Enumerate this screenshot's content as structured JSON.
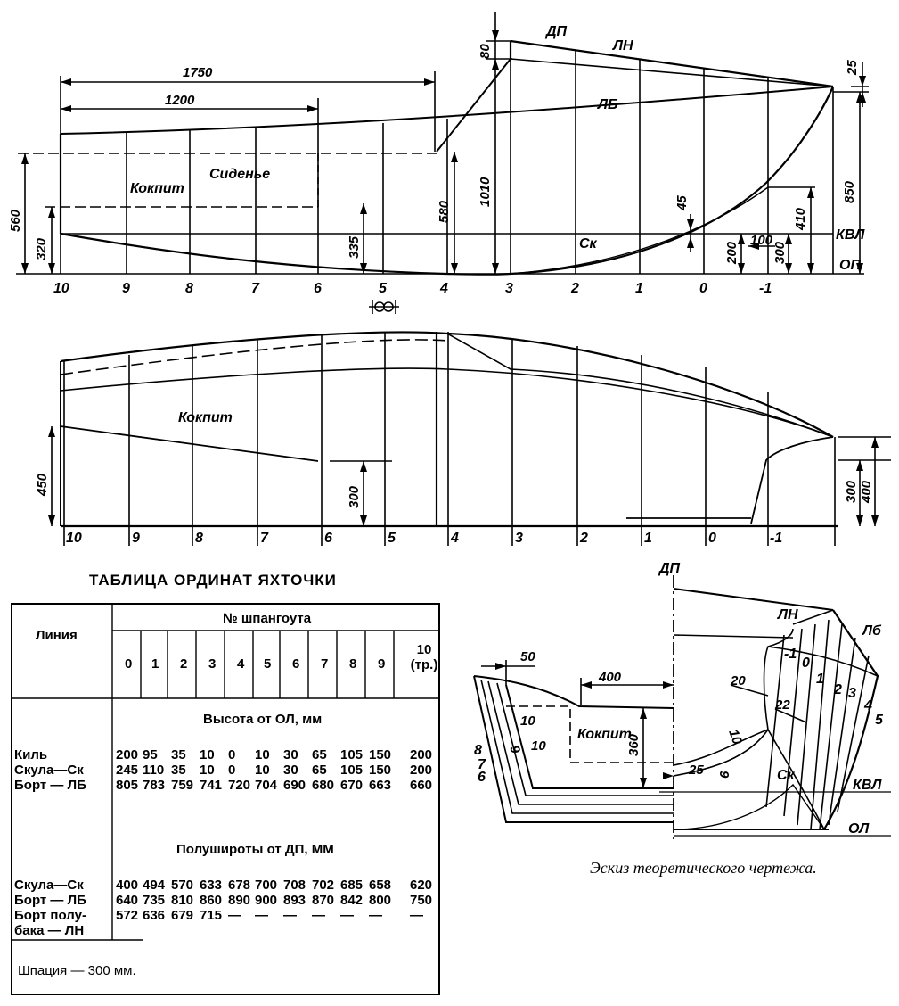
{
  "profile": {
    "stations": [
      "10",
      "9",
      "8",
      "7",
      "6",
      "5",
      "4",
      "3",
      "2",
      "1",
      "0",
      "-1"
    ],
    "labels": {
      "dp": "ДП",
      "ln": "ЛН",
      "lb": "ЛБ",
      "sk": "Ск",
      "kvl": "КВЛ",
      "op": "ОП",
      "seat": "Сиденье",
      "cockpit": "Кокпит"
    },
    "dimensions": {
      "d1750": "1750",
      "d1200": "1200",
      "d80": "80",
      "d25": "25",
      "d850": "850",
      "d560": "560",
      "d320": "320",
      "d335": "335",
      "d580": "580",
      "d1010": "1010",
      "d45": "45",
      "d410": "410",
      "d200": "200",
      "d100": "100",
      "d300": "300"
    }
  },
  "plan": {
    "stations": [
      "10",
      "9",
      "8",
      "7",
      "6",
      "5",
      "4",
      "3",
      "2",
      "1",
      "0",
      "-1"
    ],
    "labels": {
      "cockpit": "Кокпит"
    },
    "dimensions": {
      "d450": "450",
      "d300a": "300",
      "d300b": "300",
      "d400": "400"
    }
  },
  "table": {
    "title": "ТАБЛИЦА ОРДИНАТ ЯХТОЧКИ",
    "header_line": "Линия",
    "header_frames": "№ шпангоута",
    "frames": [
      "0",
      "1",
      "2",
      "3",
      "4",
      "5",
      "6",
      "7",
      "8",
      "9",
      "10 (тр.)"
    ],
    "section1": "Высота от ОЛ, мм",
    "section1_rows": [
      {
        "name": "Киль",
        "values": [
          "200",
          "95",
          "35",
          "10",
          "0",
          "10",
          "30",
          "65",
          "105",
          "150",
          "200"
        ]
      },
      {
        "name": "Скула—Ск",
        "values": [
          "245",
          "110",
          "35",
          "10",
          "0",
          "10",
          "30",
          "65",
          "105",
          "150",
          "200"
        ]
      },
      {
        "name": "Борт — ЛБ",
        "values": [
          "805",
          "783",
          "759",
          "741",
          "720",
          "704",
          "690",
          "680",
          "670",
          "663",
          "660"
        ]
      }
    ],
    "section2": "Полуширoты от ДП, ММ",
    "section2_rows": [
      {
        "name": "Скула—Ск",
        "values": [
          "400",
          "494",
          "570",
          "633",
          "678",
          "700",
          "708",
          "702",
          "685",
          "658",
          "620"
        ]
      },
      {
        "name": "Борт — ЛБ",
        "values": [
          "640",
          "735",
          "810",
          "860",
          "890",
          "900",
          "893",
          "870",
          "842",
          "800",
          "750"
        ]
      },
      {
        "name": "Борт полу-",
        "values": [
          "572",
          "636",
          "679",
          "715",
          "—",
          "—",
          "—",
          "—",
          "—",
          "—",
          "—"
        ]
      },
      {
        "name": "бака — ЛН",
        "values": [
          "",
          "",
          "",
          "",
          "",
          "",
          "",
          "",
          "",
          "",
          ""
        ]
      }
    ],
    "footer": "Шпация — 300 мм."
  },
  "body_plan": {
    "labels": {
      "dp": "ДП",
      "ln": "ЛН",
      "lb": "Лб",
      "sk": "Ск",
      "kvl": "КВЛ",
      "ol": "ОЛ",
      "cockpit": "Кокпит"
    },
    "dimensions": {
      "d50": "50",
      "d400": "400",
      "d10a": "10",
      "d10b": "10",
      "d360": "360",
      "d20": "20",
      "d22": "22",
      "d10c": "10",
      "d25": "25",
      "d9a": "9",
      "d9b": "9"
    },
    "frame_marks": [
      "-1",
      "0",
      "1",
      "2",
      "3",
      "4",
      "5",
      "6",
      "7",
      "8"
    ],
    "caption": "Эскиз теоретического чертежа."
  }
}
